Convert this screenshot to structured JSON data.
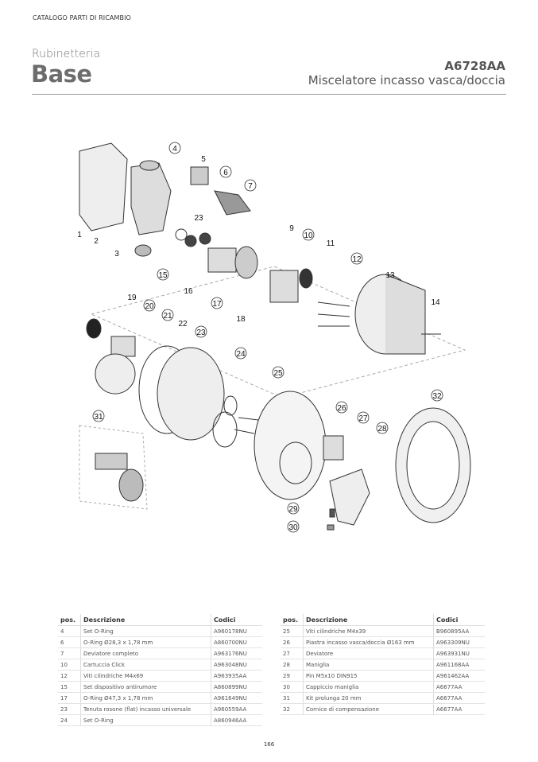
{
  "header": {
    "catalog": "CATALOGO PARTI DI RICAMBIO",
    "category": "Rubinetteria",
    "series": "Base",
    "code": "A6728AA",
    "product": "Miscelatore incasso vasca/doccia"
  },
  "diagram": {
    "labels": [
      "1",
      "2",
      "3",
      "4",
      "5",
      "6",
      "7",
      "9",
      "10",
      "11",
      "12",
      "13",
      "14",
      "15",
      "16",
      "17",
      "18",
      "19",
      "20",
      "21",
      "22",
      "23",
      "23",
      "24",
      "25",
      "26",
      "27",
      "28",
      "29",
      "30",
      "31",
      "32"
    ]
  },
  "table": {
    "headers": {
      "pos": "pos.",
      "desc": "Descrizione",
      "code": "Codici"
    },
    "left": [
      {
        "pos": "4",
        "desc": "Set O-Ring",
        "code": "A960178NU"
      },
      {
        "pos": "6",
        "desc": "O-Ring Ø28,3 x 1,78 mm",
        "code": "A860700NU"
      },
      {
        "pos": "7",
        "desc": "Deviatore completo",
        "code": "A963176NU"
      },
      {
        "pos": "10",
        "desc": "Cartuccia Click",
        "code": "A963048NU"
      },
      {
        "pos": "12",
        "desc": "Viti cilindriche M4x69",
        "code": "A963935AA"
      },
      {
        "pos": "15",
        "desc": "Set dispositivo antirumore",
        "code": "A860899NU"
      },
      {
        "pos": "17",
        "desc": "O-Ring Ø47,3 x 1,78 mm",
        "code": "A961649NU"
      },
      {
        "pos": "23",
        "desc": "Tenuta rosone (flat) incasso universale",
        "code": "A960559AA"
      },
      {
        "pos": "24",
        "desc": "Set O-Ring",
        "code": "A860946AA"
      }
    ],
    "right": [
      {
        "pos": "25",
        "desc": "Viti cilindriche M4x39",
        "code": "B960895AA"
      },
      {
        "pos": "26",
        "desc": "Piastra incasso vasca/doccia Ø163 mm",
        "code": "A963309NU"
      },
      {
        "pos": "27",
        "desc": "Deviatore",
        "code": "A963931NU"
      },
      {
        "pos": "28",
        "desc": "Maniglia",
        "code": "A961168AA"
      },
      {
        "pos": "29",
        "desc": "Pin M5x10 DIN915",
        "code": "A961462AA"
      },
      {
        "pos": "30",
        "desc": "Cappiccio maniglia",
        "code": "A6677AA"
      },
      {
        "pos": "31",
        "desc": " Kit prolunga 20 mm",
        "code": "A6677AA"
      },
      {
        "pos": "32",
        "desc": "Cornice di compensazione",
        "code": "A6677AA"
      }
    ]
  },
  "footer": {
    "page": "166"
  }
}
